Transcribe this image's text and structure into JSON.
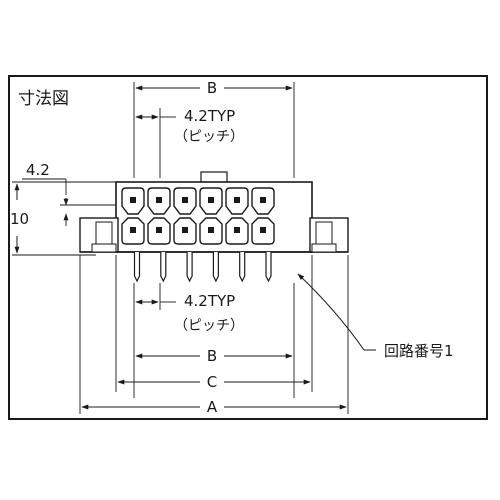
{
  "title": "寸法図",
  "labels": {
    "b_top": "B",
    "pitch_top": "4.2TYP",
    "pitch_top_note": "（ピッチ）",
    "left_42": "4.2",
    "left_10": "10",
    "pitch_bottom": "4.2TYP",
    "pitch_bottom_note": "（ピッチ）",
    "b_bottom": "B",
    "c_bottom": "C",
    "a_bottom": "A",
    "circuit_no": "回路番号1"
  },
  "connector": {
    "rows": 2,
    "positions_per_row": 6,
    "pins": 6
  },
  "colors": {
    "line": "#1a1a1a",
    "background": "#ffffff"
  }
}
